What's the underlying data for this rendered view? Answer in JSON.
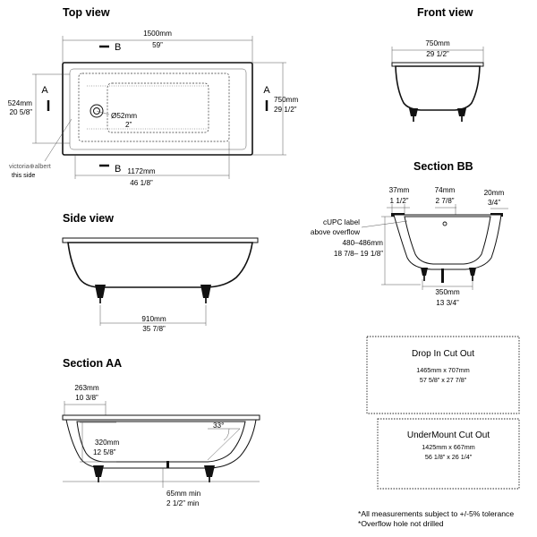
{
  "views": {
    "top": {
      "title": "Top view",
      "length_mm": "1500mm",
      "length_in": "59”",
      "width_mm": "750mm",
      "width_in": "29 1/2”",
      "inner_width_mm": "524mm",
      "inner_width_in": "20 5/8”",
      "drain_mm": "Ø52mm",
      "drain_in": "2”",
      "floor_mm": "1172mm",
      "floor_in": "46 1/8”",
      "section_a": "A",
      "section_b": "B",
      "brand": "victoria⊕albert",
      "brand_note": "this side"
    },
    "front": {
      "title": "Front view",
      "width_mm": "750mm",
      "width_in": "29 1/2”"
    },
    "side": {
      "title": "Side view",
      "feet_mm": "910mm",
      "feet_in": "35 7/8”"
    },
    "section_bb": {
      "title": "Section BB",
      "rim_left_mm": "37mm",
      "rim_left_in": "1 1/2”",
      "overflow_mm": "74mm",
      "overflow_in": "2 7/8”",
      "rim_right_mm": "20mm",
      "rim_right_in": "3/4”",
      "cupc_line1": "cUPC label",
      "cupc_line2": "above overflow",
      "height_mm": "480–486mm",
      "height_in": "18 7/8– 19 1/8”",
      "base_mm": "350mm",
      "base_in": "13 3/4”"
    },
    "section_aa": {
      "title": "Section AA",
      "end_mm": "263mm",
      "end_in": "10 3/8”",
      "depth_mm": "320mm",
      "depth_in": "12 5/8”",
      "angle": "33°",
      "clear_mm": "65mm min",
      "clear_in": "2 1/2” min"
    }
  },
  "cutouts": {
    "drop_in": {
      "title": "Drop In Cut Out",
      "mm": "1465mm x 707mm",
      "in": "57 5/8” x 27 7/8”"
    },
    "undermount": {
      "title": "UnderMount Cut Out",
      "mm": "1425mm x 667mm",
      "in": "56 1/8” x 26 1/4”"
    }
  },
  "notes": {
    "tolerance": "*All measurements subject to +/-5% tolerance",
    "overflow": "*Overflow hole not drilled"
  }
}
